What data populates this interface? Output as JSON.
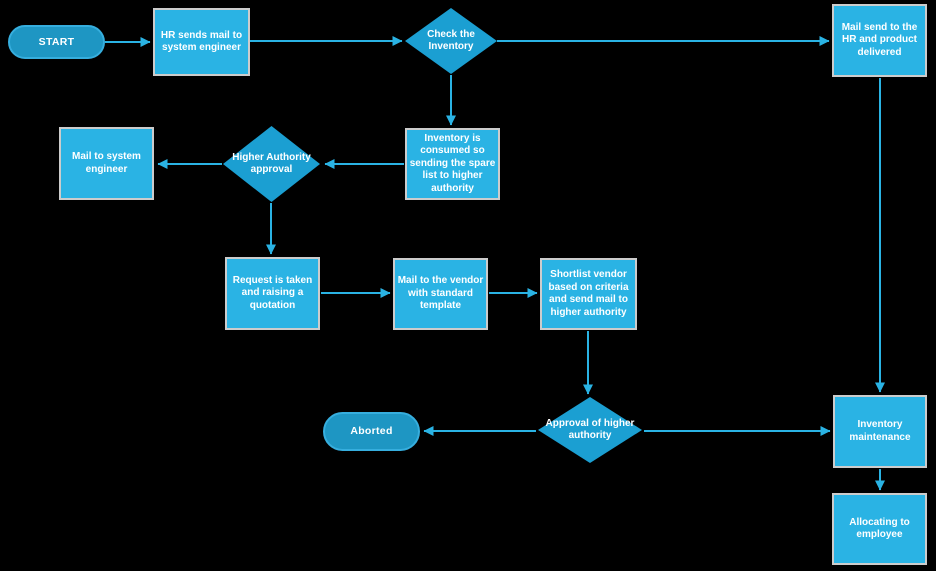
{
  "colors": {
    "background": "#000000",
    "process_fill": "#2ab3e4",
    "process_border": "#cccccc",
    "decision_fill": "#1b9fd2",
    "terminator_fill": "#1e96c3",
    "terminator_border": "#36aede",
    "arrow": "#2ab3e4",
    "text": "#ffffff"
  },
  "nodes": {
    "start": {
      "type": "terminator",
      "label": "START"
    },
    "hr_sends_mail": {
      "type": "process",
      "label": "HR sends mail to system engineer"
    },
    "check_inventory": {
      "type": "decision",
      "label": "Check the Inventory"
    },
    "mail_send_hr": {
      "type": "process",
      "label": "Mail send to the HR and product delivered"
    },
    "inventory_consumed": {
      "type": "process",
      "label": "Inventory is consumed so sending the spare list to higher authority"
    },
    "higher_authority_approval": {
      "type": "decision",
      "label": "Higher Authority approval"
    },
    "mail_to_system_engineer": {
      "type": "process",
      "label": "Mail to system engineer"
    },
    "request_quotation": {
      "type": "process",
      "label": "Request is taken and raising a quotation"
    },
    "mail_to_vendor": {
      "type": "process",
      "label": "Mail to the vendor with standard template"
    },
    "shortlist_vendor": {
      "type": "process",
      "label": "Shortlist vendor based on criteria and send mail to higher authority"
    },
    "approval_higher_authority": {
      "type": "decision",
      "label": "Approval of higher authority"
    },
    "aborted": {
      "type": "terminator",
      "label": "Aborted"
    },
    "inventory_maintenance": {
      "type": "process",
      "label": "Inventory maintenance"
    },
    "allocating_employee": {
      "type": "process",
      "label": "Allocating to employee"
    }
  },
  "edges": [
    {
      "from": "start",
      "to": "hr_sends_mail"
    },
    {
      "from": "hr_sends_mail",
      "to": "check_inventory"
    },
    {
      "from": "check_inventory",
      "to": "mail_send_hr"
    },
    {
      "from": "check_inventory",
      "to": "inventory_consumed"
    },
    {
      "from": "inventory_consumed",
      "to": "higher_authority_approval"
    },
    {
      "from": "higher_authority_approval",
      "to": "mail_to_system_engineer"
    },
    {
      "from": "higher_authority_approval",
      "to": "request_quotation"
    },
    {
      "from": "request_quotation",
      "to": "mail_to_vendor"
    },
    {
      "from": "mail_to_vendor",
      "to": "shortlist_vendor"
    },
    {
      "from": "shortlist_vendor",
      "to": "approval_higher_authority"
    },
    {
      "from": "approval_higher_authority",
      "to": "aborted"
    },
    {
      "from": "approval_higher_authority",
      "to": "inventory_maintenance"
    },
    {
      "from": "mail_send_hr",
      "to": "inventory_maintenance"
    },
    {
      "from": "inventory_maintenance",
      "to": "allocating_employee"
    }
  ]
}
